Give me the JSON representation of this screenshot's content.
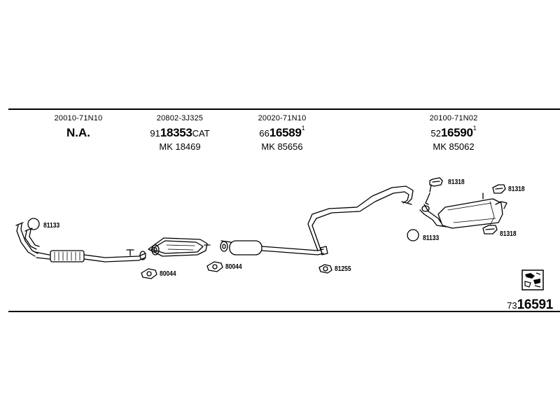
{
  "columns": [
    {
      "oem": "20010-71N10",
      "na": "N.A."
    },
    {
      "oem": "20802-3J325",
      "prefix": "91",
      "main": "18353",
      "suffix": "CAT",
      "alt": "MK  18469"
    },
    {
      "oem": "20020-71N10",
      "prefix": "66",
      "main": "16589",
      "sup": "1",
      "alt": "MK  85656"
    },
    {
      "oem": "20100-71N02",
      "prefix": "52",
      "main": "16590",
      "sup": "1",
      "alt": "MK  85062"
    }
  ],
  "parts": {
    "gasket_front": "81133",
    "gasket_cat_1": "80044",
    "gasket_cat_2": "80044",
    "clamp_mid": "81255",
    "hanger_1": "81318",
    "hanger_2": "81318",
    "hanger_3": "81318",
    "gasket_rear": "81133"
  },
  "diagram_code": {
    "prefix": "73",
    "main": "16591"
  },
  "icons": {
    "logo": "catalog-stamp-icon"
  }
}
